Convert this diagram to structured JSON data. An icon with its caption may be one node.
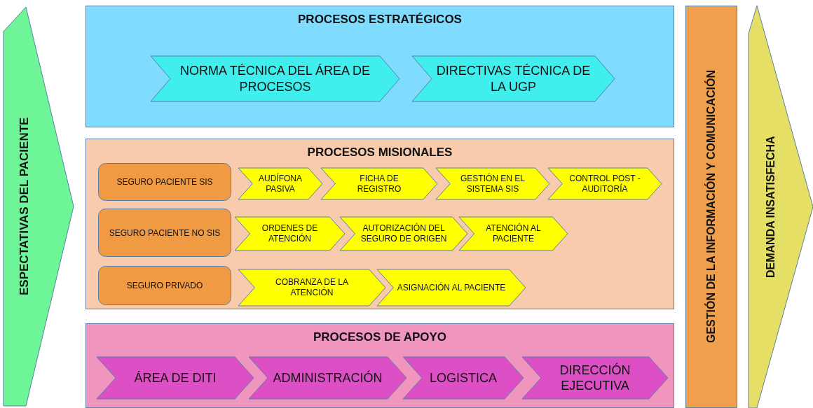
{
  "diagram": {
    "nodes": [
      {
        "text": [
          "ESPECTATIVAS DEL PACIENTE"
        ]
      },
      {
        "text": [
          "PROCESOS ESTRATÉGICOS"
        ]
      },
      {
        "text": [
          "NORMA TÉCNICA DEL ÁREA DE PROCESOS"
        ],
        "in": 1
      },
      {
        "text": [
          "DIRECTIVAS TÉCNICA DE LA UGP"
        ],
        "in": 1
      },
      {
        "text": [
          "PROCESOS MISIONALES"
        ]
      },
      {
        "text": [
          "SEGURO PACIENTE SIS"
        ],
        "in": 4
      },
      {
        "text": [
          "AUDÍFONA PASIVA"
        ],
        "in": 4
      },
      {
        "text": [
          "FICHA DE REGISTRO"
        ],
        "in": 4
      },
      {
        "text": [
          "GESTIÓN EN EL SISTEMA SIS"
        ],
        "in": 4
      },
      {
        "text": [
          "CONTROL POST - AUDITORÍA"
        ],
        "in": 4
      },
      {
        "text": [
          "SEGURO PACIENTE NO SIS"
        ],
        "in": 4
      },
      {
        "text": [
          "ORDENES DE ATENCIÓN"
        ],
        "in": 4
      },
      {
        "text": [
          "AUTORIZACIÓN DEL SEGURO DE ORIGEN"
        ],
        "in": 4
      },
      {
        "text": [
          "ATENCIÓN AL PACIENTE"
        ],
        "in": 4
      },
      {
        "text": [
          "SEGURO PRIVADO"
        ],
        "in": 4
      },
      {
        "text": [
          "COBRANZA DE LA ATENCIÓN"
        ],
        "in": 4
      },
      {
        "text": [
          "ASIGNACIÓN AL PACIENTE"
        ],
        "in": 4
      },
      {
        "text": [
          "PROCESOS DE APOYO"
        ]
      },
      {
        "text": [
          "ÁREA DE DITI"
        ],
        "in": 17
      },
      {
        "text": [
          "ADMINISTRACIÓN"
        ],
        "in": 17
      },
      {
        "text": [
          "LOGISTICA"
        ],
        "in": 17
      },
      {
        "text": [
          "DIRECCIÓN EJECUTIVA"
        ],
        "in": 17
      },
      {
        "text": [
          "GESTIÓN DE LA INFORMACIÓN Y COMUNICACIÓN"
        ]
      },
      {
        "text": [
          "DEMANDA INSATISFECHA"
        ]
      }
    ],
    "edges": []
  }
}
